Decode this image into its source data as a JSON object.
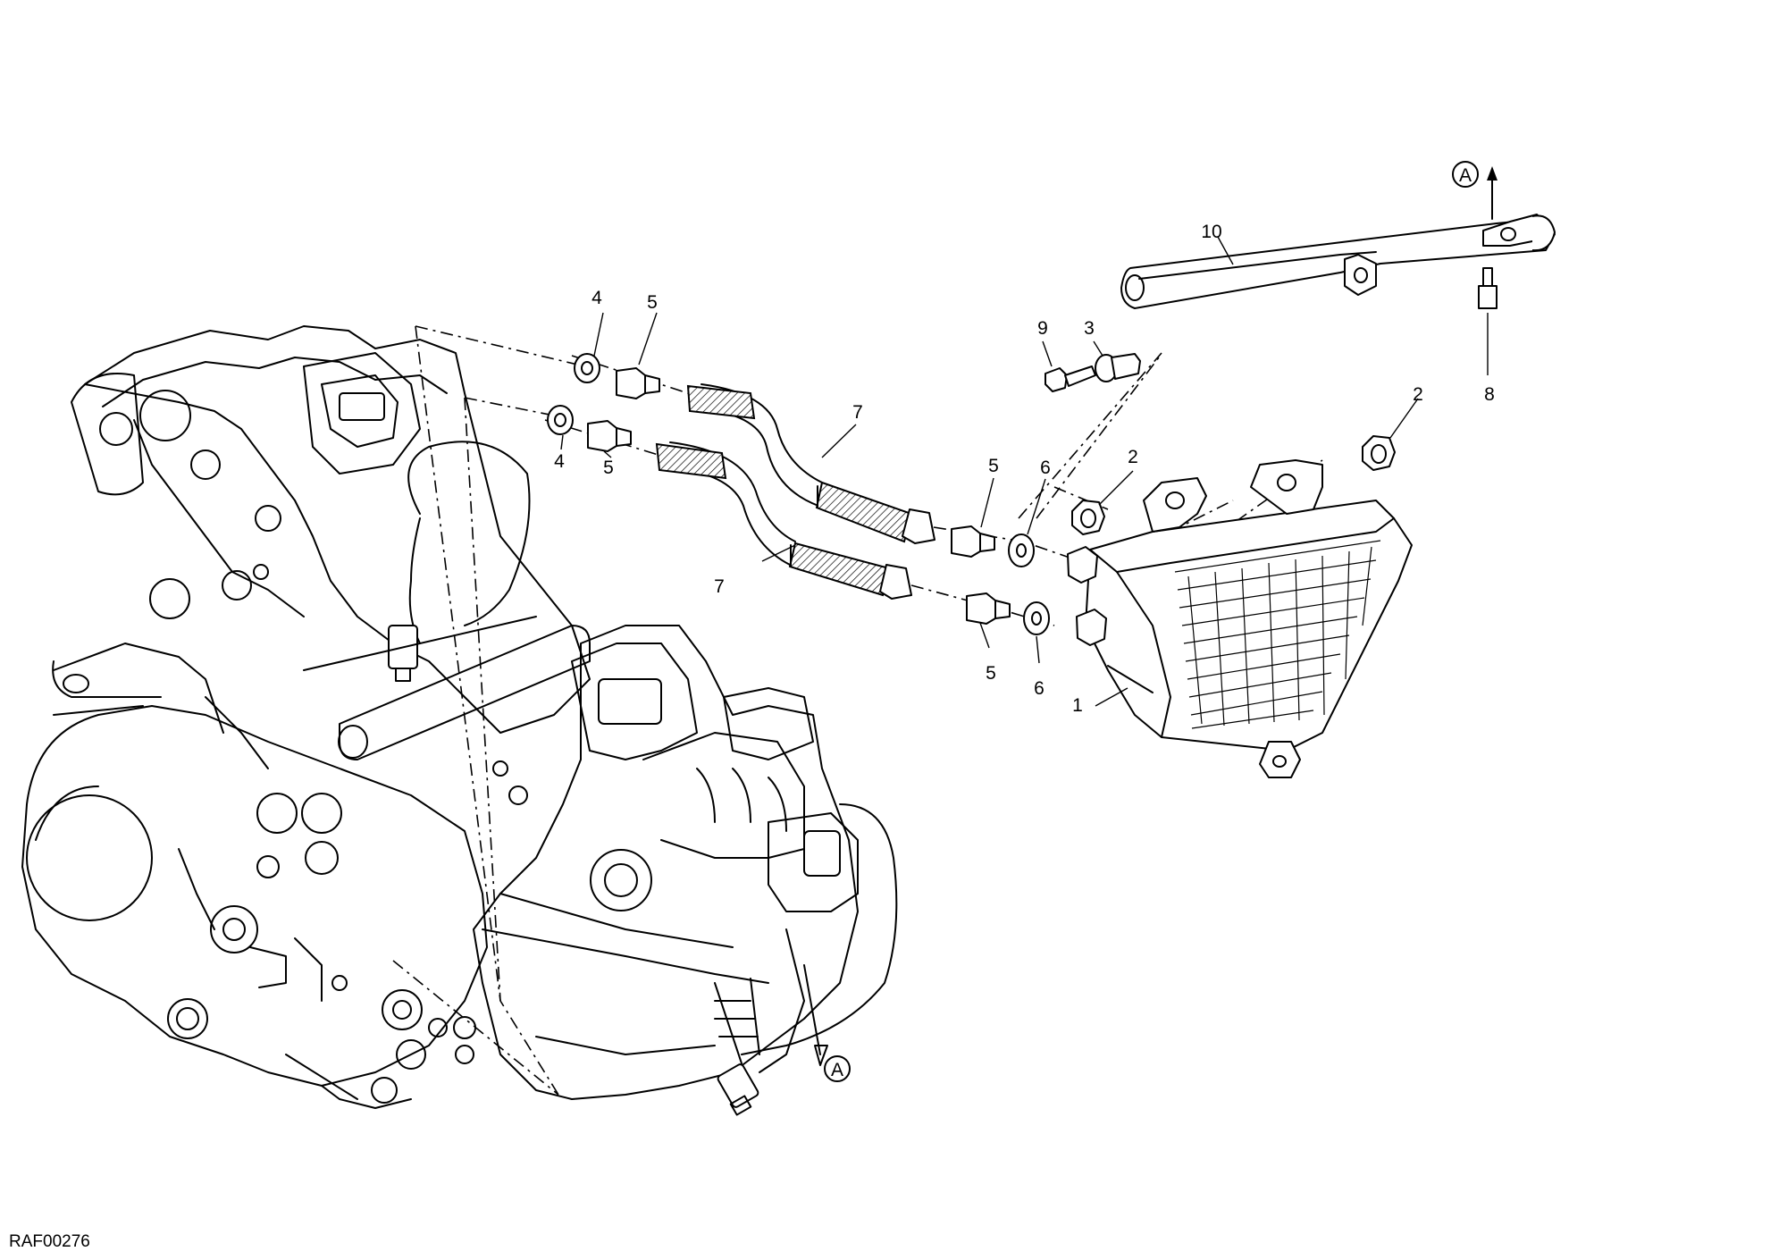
{
  "diagram": {
    "reference_code": "RAF00276",
    "callouts": {
      "c1": "1",
      "c2a": "2",
      "c2b": "2",
      "c3": "3",
      "c4a": "4",
      "c4b": "4",
      "c5a": "5",
      "c5b": "5",
      "c5c": "5",
      "c5d": "5",
      "c6a": "6",
      "c6b": "6",
      "c7a": "7",
      "c7b": "7",
      "c8": "8",
      "c9": "9",
      "c10": "10"
    },
    "connectors": {
      "top": "A",
      "bottom": "A"
    }
  }
}
